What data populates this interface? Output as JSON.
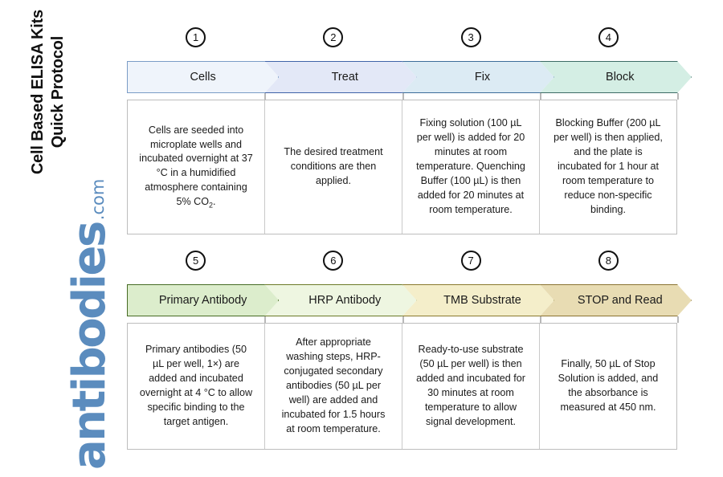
{
  "title": "Cell Based ELISA Kits\nQuick Protocol",
  "brand": {
    "name": "antibodies",
    "tld": ".com",
    "color": "#5b8cbe"
  },
  "rows": [
    {
      "id": "row-1",
      "steps": [
        {
          "number": "1",
          "label": "Cells",
          "body": "Cells are seeded into microplate wells and incubated overnight at 37 °C in a humidified atmosphere containing 5% CO",
          "body_sub": "2",
          "body_tail": ".",
          "fill": "#eff4fb",
          "stroke": "#7a9cc6"
        },
        {
          "number": "2",
          "label": "Treat",
          "body": "The desired treatment conditions are then applied.",
          "fill": "#e3e8f7",
          "stroke": "#3f63a8"
        },
        {
          "number": "3",
          "label": "Fix",
          "body": "Fixing solution (100 µL per well) is added for 20 minutes at room temperature. Quenching Buffer (100 µL) is then added for 20 minutes at room temperature.",
          "fill": "#dcebf4",
          "stroke": "#3c6d99"
        },
        {
          "number": "4",
          "label": "Block",
          "body": "Blocking Buffer (200 µL per well) is then applied, and the plate is incubated for 1 hour at room temperature to reduce non-specific binding.",
          "fill": "#d4eee4",
          "stroke": "#3d6b66"
        }
      ]
    },
    {
      "id": "row-2",
      "steps": [
        {
          "number": "5",
          "label": "Primary Antibody",
          "body": "Primary antibodies (50 µL per well, 1×) are added and incubated overnight at 4 °C to allow specific binding to the target antigen.",
          "fill": "#dcedcc",
          "stroke": "#466b24"
        },
        {
          "number": "6",
          "label": "HRP Antibody",
          "body": "After appropriate washing steps, HRP-conjugated secondary antibodies (50 µL per well) are added and incubated for 1.5 hours at room temperature.",
          "fill": "#eef6e1",
          "stroke": "#6b7a27"
        },
        {
          "number": "7",
          "label": "TMB Substrate",
          "body": "Ready-to-use substrate (50 µL per well) is then added and incubated for 30 minutes at room temperature to allow signal development.",
          "fill": "#f4eeca",
          "stroke": "#8a7a2e"
        },
        {
          "number": "8",
          "label": "STOP and Read",
          "body": "Finally, 50 µL of Stop Solution is added, and the absorbance is measured at 450 nm.",
          "fill": "#e8dcb3",
          "stroke": "#8a7331"
        }
      ]
    }
  ]
}
